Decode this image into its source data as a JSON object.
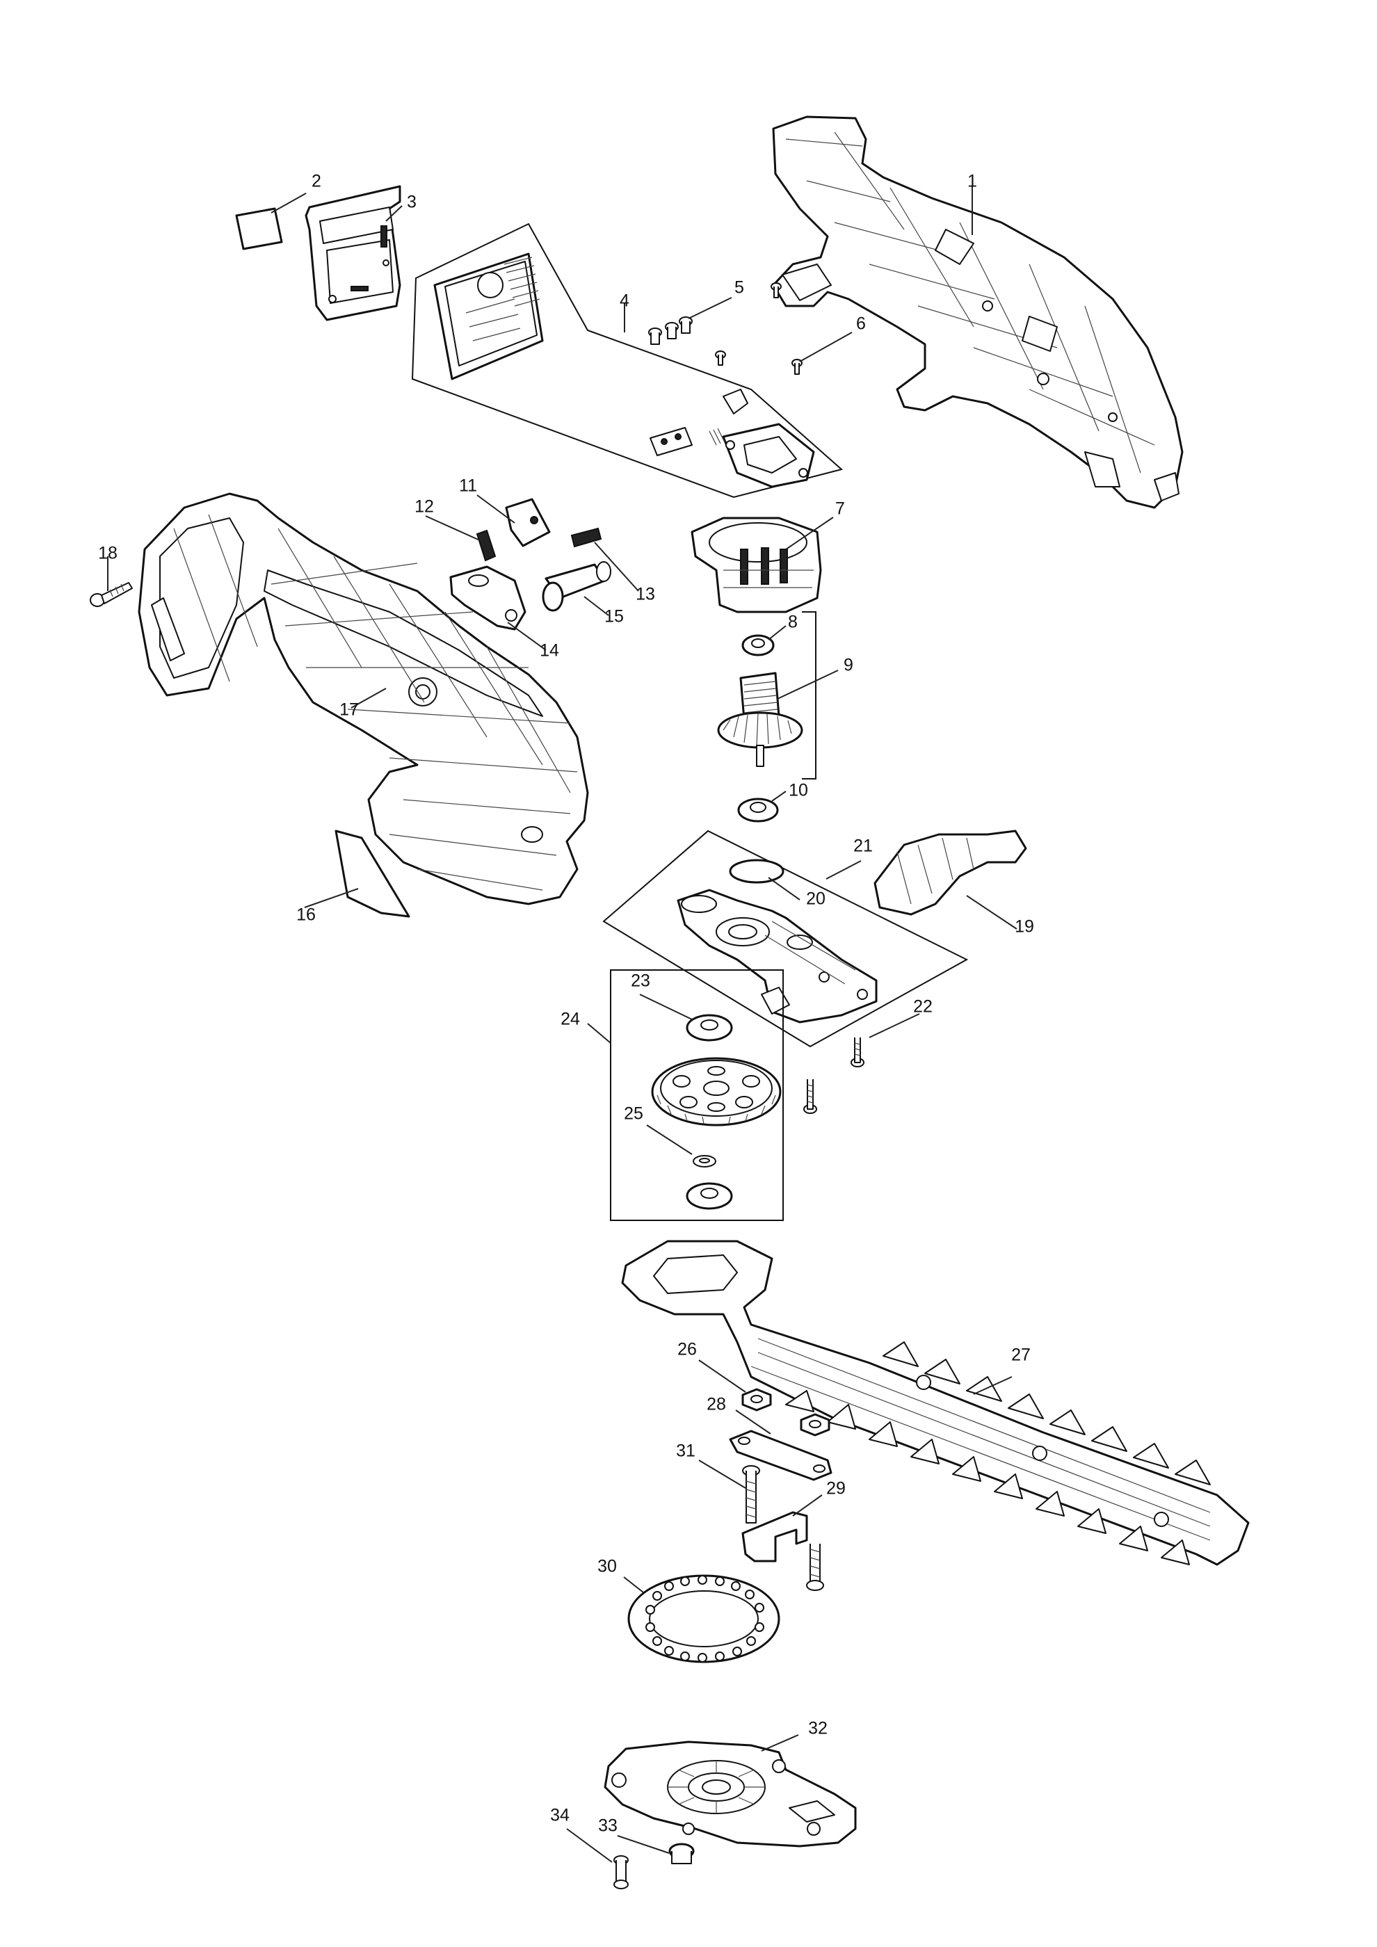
{
  "diagram": {
    "part_numbers": [
      "1",
      "2",
      "3",
      "4",
      "5",
      "6",
      "7",
      "8",
      "9",
      "10",
      "11",
      "12",
      "13",
      "14",
      "15",
      "16",
      "17",
      "18",
      "19",
      "20",
      "21",
      "22",
      "23",
      "24",
      "25",
      "26",
      "27",
      "28",
      "29",
      "30",
      "31",
      "32",
      "33",
      "34"
    ]
  }
}
